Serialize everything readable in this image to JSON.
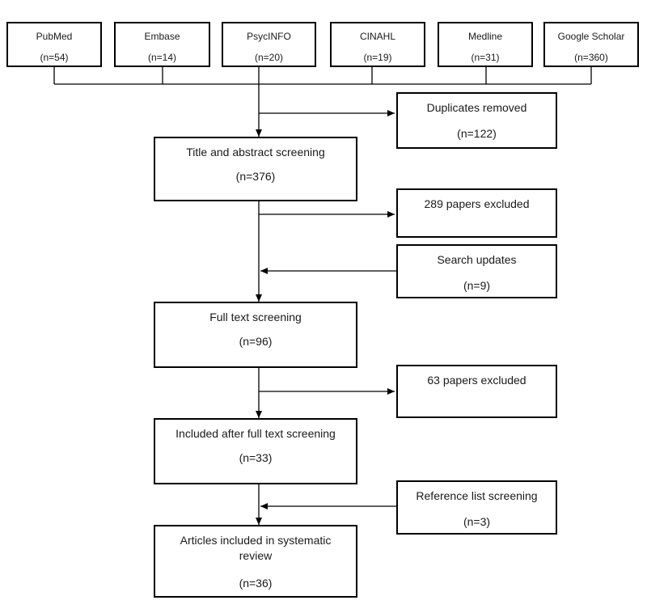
{
  "sources": [
    {
      "name": "PubMed",
      "count": "(n=54)"
    },
    {
      "name": "Embase",
      "count": "(n=14)"
    },
    {
      "name": "PsycINFO",
      "count": "(n=20)"
    },
    {
      "name": "CINAHL",
      "count": "(n=19)"
    },
    {
      "name": "Medline",
      "count": "(n=31)"
    },
    {
      "name": "Google Scholar",
      "count": "(n=360)"
    }
  ],
  "duplicates": {
    "label": "Duplicates removed",
    "count": "(n=122)"
  },
  "title_abstract": {
    "label": "Title and abstract screening",
    "count": "(n=376)"
  },
  "excluded_1": {
    "label": "289 papers excluded"
  },
  "search_updates": {
    "label": "Search updates",
    "count": "(n=9)"
  },
  "full_text": {
    "label": "Full text screening",
    "count": "(n=96)"
  },
  "excluded_2": {
    "label": "63 papers excluded"
  },
  "included_full_text": {
    "label": "Included after full text screening",
    "count": "(n=33)"
  },
  "reference_list": {
    "label": "Reference list screening",
    "count": "(n=3)"
  },
  "final": {
    "label": "Articles included in systematic review",
    "count": "(n=36)"
  }
}
